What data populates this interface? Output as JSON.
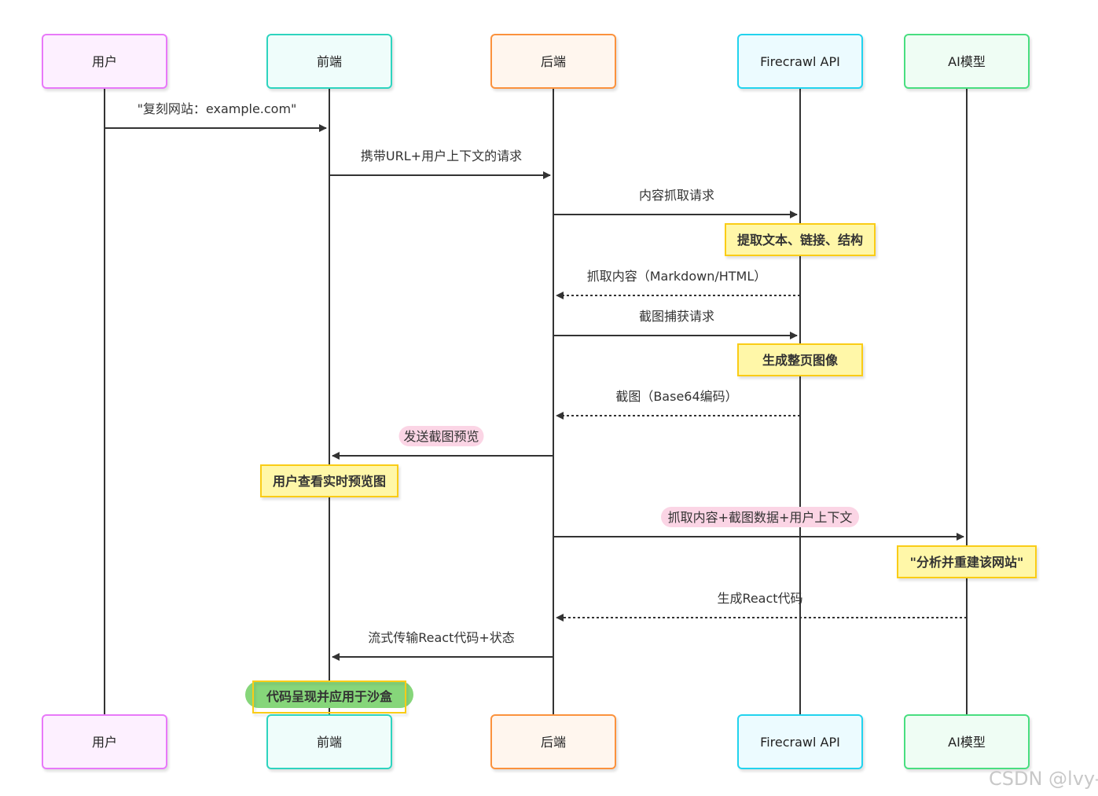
{
  "actors": [
    {
      "id": "user",
      "label": "用户",
      "fill": "#fdf0ff",
      "stroke": "#e879f9"
    },
    {
      "id": "frontend",
      "label": "前端",
      "fill": "#effdfb",
      "stroke": "#2dd4bf"
    },
    {
      "id": "backend",
      "label": "后端",
      "fill": "#fff6ee",
      "stroke": "#fb923c"
    },
    {
      "id": "firecrawl",
      "label": "Firecrawl API",
      "fill": "#ecfbff",
      "stroke": "#22d3ee"
    },
    {
      "id": "ai",
      "label": "AI模型",
      "fill": "#effdf4",
      "stroke": "#4ade80"
    }
  ],
  "messages": [
    {
      "from": "user",
      "to": "frontend",
      "label": "\"复刻网站：example.com\"",
      "style": "solid"
    },
    {
      "from": "frontend",
      "to": "backend",
      "label": "携带URL+用户上下文的请求",
      "style": "solid"
    },
    {
      "from": "backend",
      "to": "firecrawl",
      "label": "内容抓取请求",
      "style": "solid"
    },
    {
      "from": "firecrawl",
      "to": "backend",
      "label": "抓取内容（Markdown/HTML）",
      "style": "dashed"
    },
    {
      "from": "backend",
      "to": "firecrawl",
      "label": "截图捕获请求",
      "style": "solid"
    },
    {
      "from": "firecrawl",
      "to": "backend",
      "label": "截图（Base64编码）",
      "style": "dashed"
    },
    {
      "from": "backend",
      "to": "frontend",
      "label": "发送截图预览",
      "style": "solid",
      "highlight": "#fbd5e5"
    },
    {
      "from": "backend",
      "to": "ai",
      "label": "抓取内容+截图数据+用户上下文",
      "style": "solid",
      "highlight": "#fbd5e5"
    },
    {
      "from": "ai",
      "to": "backend",
      "label": "生成React代码",
      "style": "dashed"
    },
    {
      "from": "backend",
      "to": "frontend",
      "label": "流式传输React代码+状态",
      "style": "solid"
    }
  ],
  "notes": [
    {
      "over": "firecrawl",
      "label": "提取文本、链接、结构"
    },
    {
      "over": "firecrawl",
      "label": "生成整页图像"
    },
    {
      "over": "frontend",
      "label": "用户查看实时预览图"
    },
    {
      "over": "ai",
      "label": "\"分析并重建该网站\""
    },
    {
      "over": "frontend",
      "label": "代码呈现并应用于沙盒",
      "highlight": "#86d67a"
    }
  ],
  "colors": {
    "note_fill": "#fff7a8",
    "note_stroke": "#facc15",
    "line": "#333333"
  },
  "watermark": "CSDN @lvy-"
}
